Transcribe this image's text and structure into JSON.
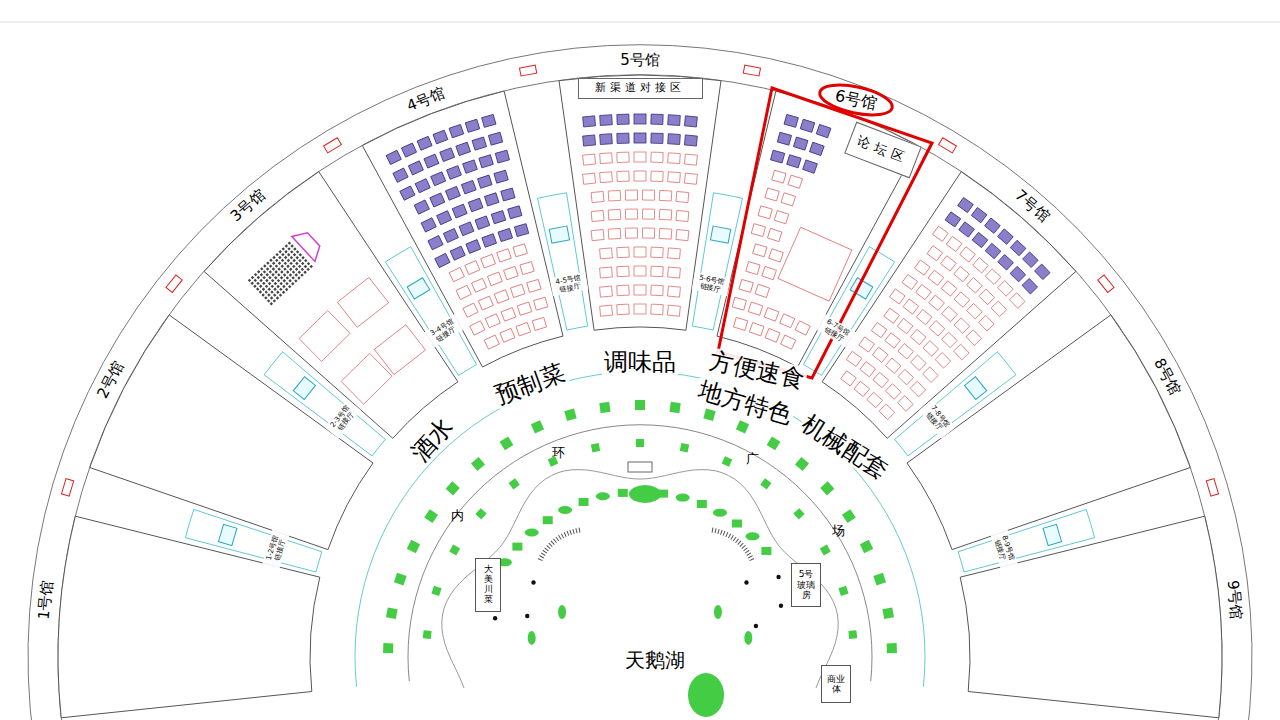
{
  "diagram": {
    "nodes": [
      {
        "text": [
          "新渠道对接区"
        ]
      },
      {
        "text": [
          "论坛区"
        ]
      },
      {
        "text": [
          "6号馆"
        ]
      },
      {
        "text": [
          "大美川菜"
        ]
      },
      {
        "text": [
          "5号玻璃房"
        ]
      },
      {
        "text": [
          "商业体"
        ]
      }
    ],
    "labels": [
      "1号馆",
      "2号馆",
      "3号馆",
      "4号馆",
      "5号馆",
      "7号馆",
      "8号馆",
      "9号馆",
      "1-2号馆链接厅",
      "2-3号馆链接厅",
      "3-4号馆链接厅",
      "4-5号馆链接厅",
      "5-6号馆链接厅",
      "6-7号馆链接厅",
      "7-8号馆链接厅",
      "8-9号馆链接厅",
      "酒水",
      "预制菜",
      "调味品",
      "方便速食",
      "地方特色",
      "机械配套",
      "内",
      "环",
      "广",
      "场",
      "天鹅湖"
    ]
  }
}
